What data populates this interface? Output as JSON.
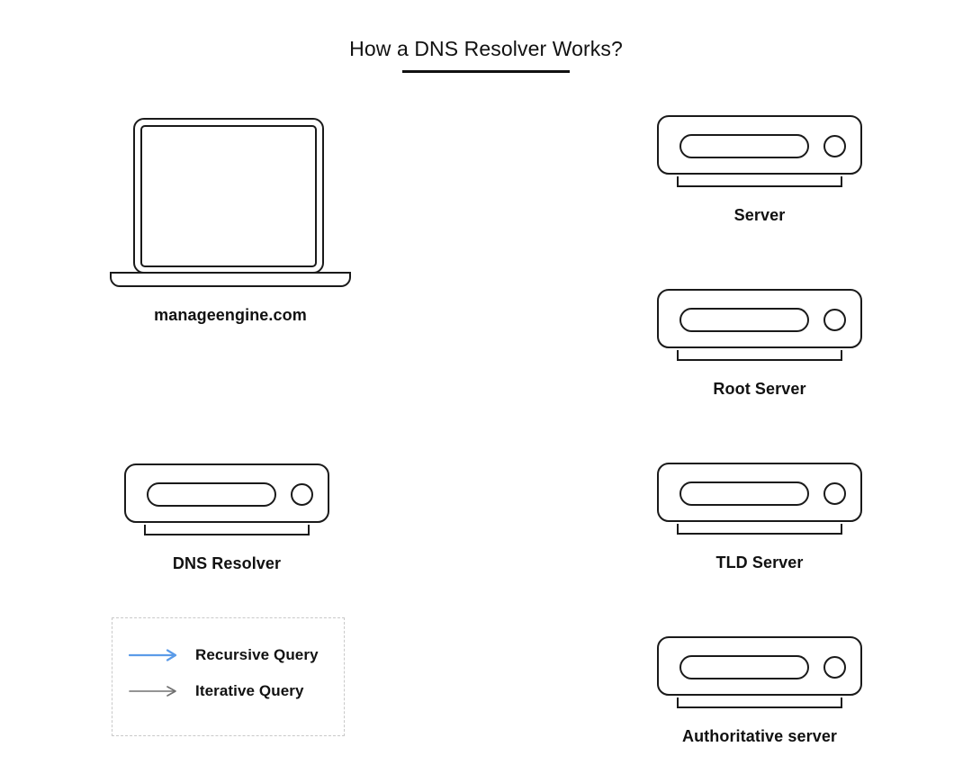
{
  "title": {
    "text": "How a DNS Resolver Works?",
    "underline_color": "#111111"
  },
  "nodes": {
    "client": {
      "icon": "laptop-icon",
      "label": "manageengine.com"
    },
    "dns_resolver": {
      "icon": "server-icon",
      "label": "DNS Resolver"
    },
    "server": {
      "icon": "server-icon",
      "label": "Server"
    },
    "root_server": {
      "icon": "server-icon",
      "label": "Root Server"
    },
    "tld_server": {
      "icon": "server-icon",
      "label": "TLD Server"
    },
    "authoritative_server": {
      "icon": "server-icon",
      "label": "Authoritative server"
    }
  },
  "legend": {
    "items": [
      {
        "label": "Recursive Query",
        "arrow_icon": "arrow-right-icon",
        "color": "#5B9BE8"
      },
      {
        "label": "Iterative Query",
        "arrow_icon": "arrow-right-icon",
        "color": "#707070"
      }
    ]
  },
  "colors": {
    "background": "#ffffff",
    "stroke": "#1a1a1a",
    "text": "#111111",
    "recursive": "#5B9BE8",
    "iterative": "#707070",
    "legend_border": "#c9c9c9"
  }
}
